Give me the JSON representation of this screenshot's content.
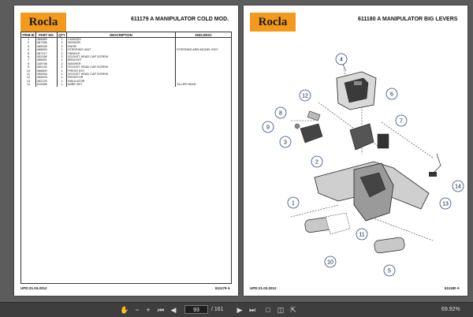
{
  "left_page": {
    "logo": "Rocla",
    "title": "611179 A  MANIPULATOR COLD MOD.",
    "columns": [
      "ITEM ID",
      "PART NO.",
      "QTY",
      "DESCRIPTION",
      "ADD.DESC"
    ],
    "rows": [
      [
        "1",
        "485689",
        "1",
        "CHASSIS",
        ""
      ],
      [
        "2",
        "487256",
        "1",
        "SENSOR",
        ""
      ],
      [
        "3",
        "486328",
        "2",
        "KNOB",
        ""
      ],
      [
        "4",
        "488839",
        "1",
        "STEERING UNIT",
        "STEERING ARM MODEL 2007"
      ],
      [
        "5",
        "487217",
        "2",
        "HANDLE",
        ""
      ],
      [
        "6",
        "452156",
        "2",
        "SOCKET HEAD CAP SCREW",
        ""
      ],
      [
        "7",
        "486651",
        "1",
        "BRACKET",
        ""
      ],
      [
        "8",
        "108798",
        "2",
        "WASHER",
        ""
      ],
      [
        "9",
        "450132",
        "2",
        "SOCKET HEAD CAP SCREW",
        ""
      ],
      [
        "10",
        "486800",
        "1",
        "PRESS KEY",
        ""
      ],
      [
        "11",
        "450004",
        "1",
        "SOCKET HEAD CAP SCREW",
        ""
      ],
      [
        "12",
        "459876",
        "1",
        "RESISTOR",
        ""
      ],
      [
        "13",
        "452129",
        "1",
        "INSULATOR",
        ""
      ],
      [
        "14",
        "610948",
        "1",
        "WIRE SET",
        "TILLER HEAD"
      ]
    ],
    "footer_date": "UPD:21.03.2012",
    "footer_code": "611179 A"
  },
  "right_page": {
    "logo": "Rocla",
    "title": "611180 A  MANIPULATOR BIG LEVERS",
    "callouts": [
      "1",
      "2",
      "3",
      "4",
      "5",
      "6",
      "7",
      "8",
      "9",
      "10",
      "11",
      "12",
      "13",
      "14"
    ],
    "footer_date": "UPD:21.03.2012",
    "footer_code": "611180 A"
  },
  "toolbar": {
    "current_page": "93",
    "total_pages": "/ 161",
    "zoom": "69.92%"
  },
  "icons": [
    "hand-tool-icon",
    "zoom-out-icon",
    "zoom-in-icon",
    "first-page-icon",
    "prev-page-icon",
    "next-page-icon",
    "last-page-icon",
    "single-page-icon",
    "double-page-icon",
    "fit-icon"
  ]
}
